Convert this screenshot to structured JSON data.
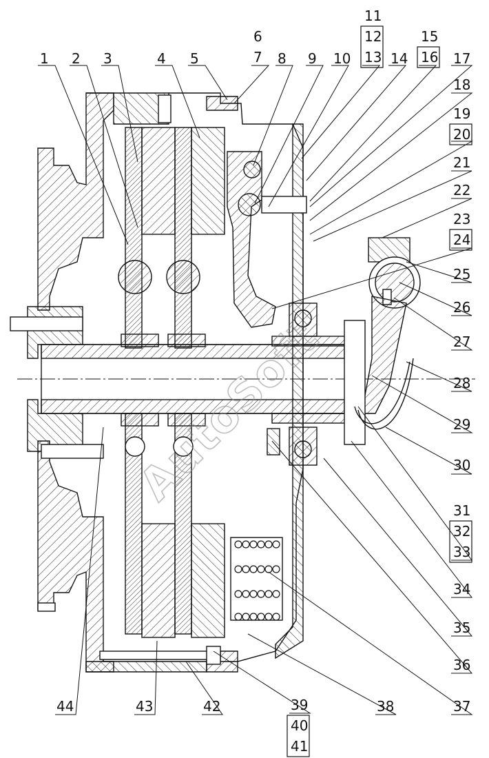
{
  "watermark": "AutoSoft",
  "callouts": {
    "c1": "1",
    "c2": "2",
    "c3": "3",
    "c4": "4",
    "c5": "5",
    "c6": "6",
    "c7": "7",
    "c8": "8",
    "c9": "9",
    "c10": "10",
    "c11": "11",
    "c12": "12",
    "c13": "13",
    "c14": "14",
    "c15": "15",
    "c16": "16",
    "c17": "17",
    "c18": "18",
    "c19": "19",
    "c20": "20",
    "c21": "21",
    "c22": "22",
    "c23": "23",
    "c24": "24",
    "c25": "25",
    "c26": "26",
    "c27": "27",
    "c28": "28",
    "c29": "29",
    "c30": "30",
    "c31": "31",
    "c32": "32",
    "c33": "33",
    "c34": "34",
    "c35": "35",
    "c36": "36",
    "c37": "37",
    "c38": "38",
    "c39": "39",
    "c40": "40",
    "c41": "41",
    "c42": "42",
    "c43": "43",
    "c44": "44"
  }
}
